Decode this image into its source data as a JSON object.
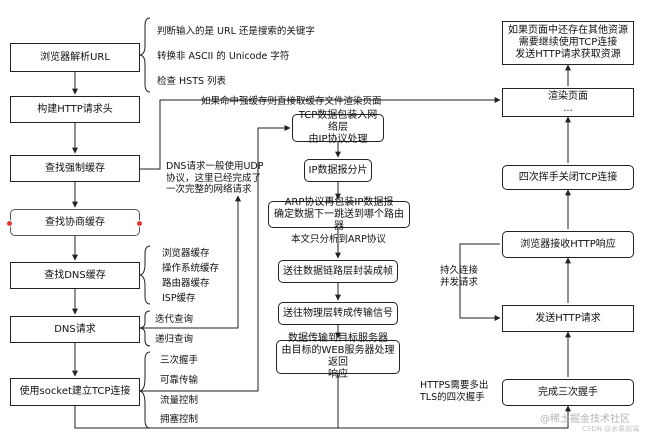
{
  "left_column": {
    "parse_url": "浏览器解析URL",
    "build_request": "构建HTTP请求头",
    "strong_cache": "查找强制缓存",
    "negotiate_cache": "查找协商缓存",
    "dns_cache": "查找DNS缓存",
    "dns_request": "DNS请求",
    "tcp_connect": "使用socket建立TCP连接"
  },
  "middle_column": {
    "tcp_packet": "TCP数据包装入网络层\n由IP协议处理",
    "ip_fragment": "IP数据报分片",
    "arp": "ARP协议再包装IP数据报\n确定数据下一跳送到哪个路由器",
    "data_link": "送往数据链路层封装成帧",
    "physical": "送往物理层转成传输信号",
    "to_server": "数据传输到目标服务器\n由目标的WEB服务器处理返回\n响应"
  },
  "right_column": {
    "more_resources": "如果页面中还存在其他资源\n需要继续使用TCP连接\n发送HTTP请求获取资源",
    "render": "渲染页面\n...",
    "four_wave": "四次挥手关闭TCP连接",
    "receive_response": "浏览器接收HTTP响应",
    "send_request": "发送HTTP请求",
    "three_handshake": "完成三次握手"
  },
  "notes": {
    "url_keyword": "判断输入的是 URL 还是搜索的关键字",
    "ascii_unicode": "转换非 ASCII 的 Unicode 字符",
    "hsts": "检查 HSTS 列表",
    "strong_hit": "如果命中强缓存则直接取缓存文件渲染页面",
    "dns_udp": "DNS请求一般使用UDP\n协议，这里已经完成了\n一次完整的网络请求",
    "browser_cache": "浏览器缓存",
    "os_cache": "操作系统缓存",
    "router_cache": "路由器缓存",
    "isp_cache": "ISP缓存",
    "iterative": "迭代查询",
    "recursive": "递归查询",
    "handshake": "三次握手",
    "reliable": "可靠传输",
    "flow_control": "流量控制",
    "congestion": "拥塞控制",
    "arp_only": "本文只分析到ARP协议",
    "keep_alive": "持久连接\n并发请求",
    "https_wave": "HTTPS需要多出\nTLS的四次握手"
  },
  "watermarks": {
    "juejin": "@稀土掘金技术社区",
    "csdn": "CSDN @水果前端"
  }
}
